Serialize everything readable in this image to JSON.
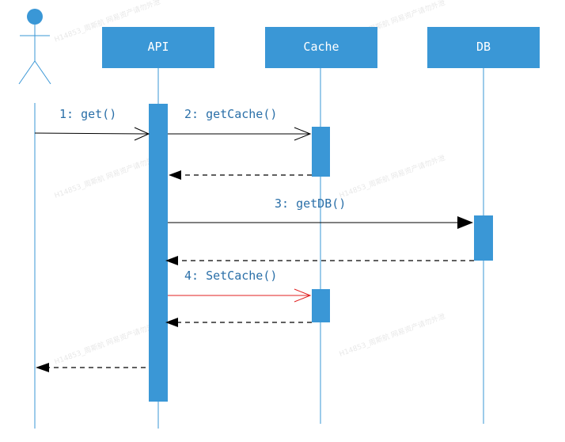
{
  "participants": {
    "api": "API",
    "cache": "Cache",
    "db": "DB"
  },
  "messages": {
    "m1": "1: get()",
    "m2": "2: getCache()",
    "m3": "3: getDB()",
    "m4": "4: SetCache()"
  },
  "watermark": "H14853_周斯航 网易资产请勿外泄",
  "colors": {
    "box": "#3a97d6",
    "lifeline": "#3a97d6",
    "label": "#2a6fa8",
    "set_cache_arrow": "#e02020"
  }
}
